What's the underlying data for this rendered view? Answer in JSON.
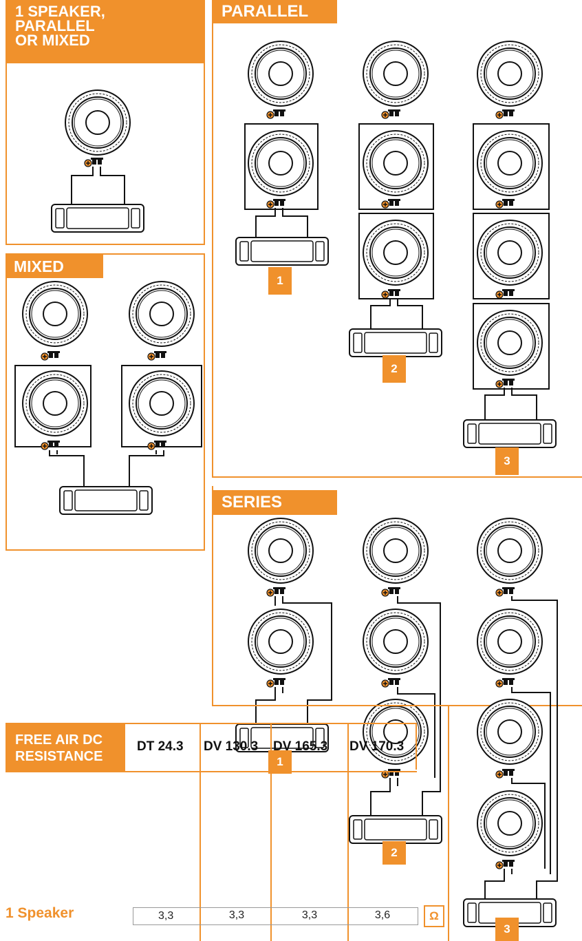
{
  "sections": {
    "single": {
      "title_lines": [
        "1 SPEAKER,",
        "PARALLEL",
        "OR MIXED"
      ]
    },
    "mixed": {
      "title": "MIXED"
    },
    "parallel": {
      "title": "PARALLEL",
      "badges": [
        "1",
        "2",
        "3"
      ]
    },
    "series": {
      "title": "SERIES",
      "badges": [
        "1",
        "2",
        "3"
      ]
    }
  },
  "table": {
    "header_lines": [
      "FREE AIR DC",
      "RESISTANCE"
    ],
    "columns": [
      "DT 24.3",
      "DV 130.3",
      "DV 165.3",
      "DV 170.3"
    ],
    "rows": [
      {
        "label": "1 Speaker",
        "values": [
          "3,3",
          "3,3",
          "3,3",
          "3,6"
        ],
        "unit": "Ω"
      }
    ]
  },
  "colors": {
    "accent": "#f0912c",
    "line": "#111111",
    "border": "#999999"
  }
}
